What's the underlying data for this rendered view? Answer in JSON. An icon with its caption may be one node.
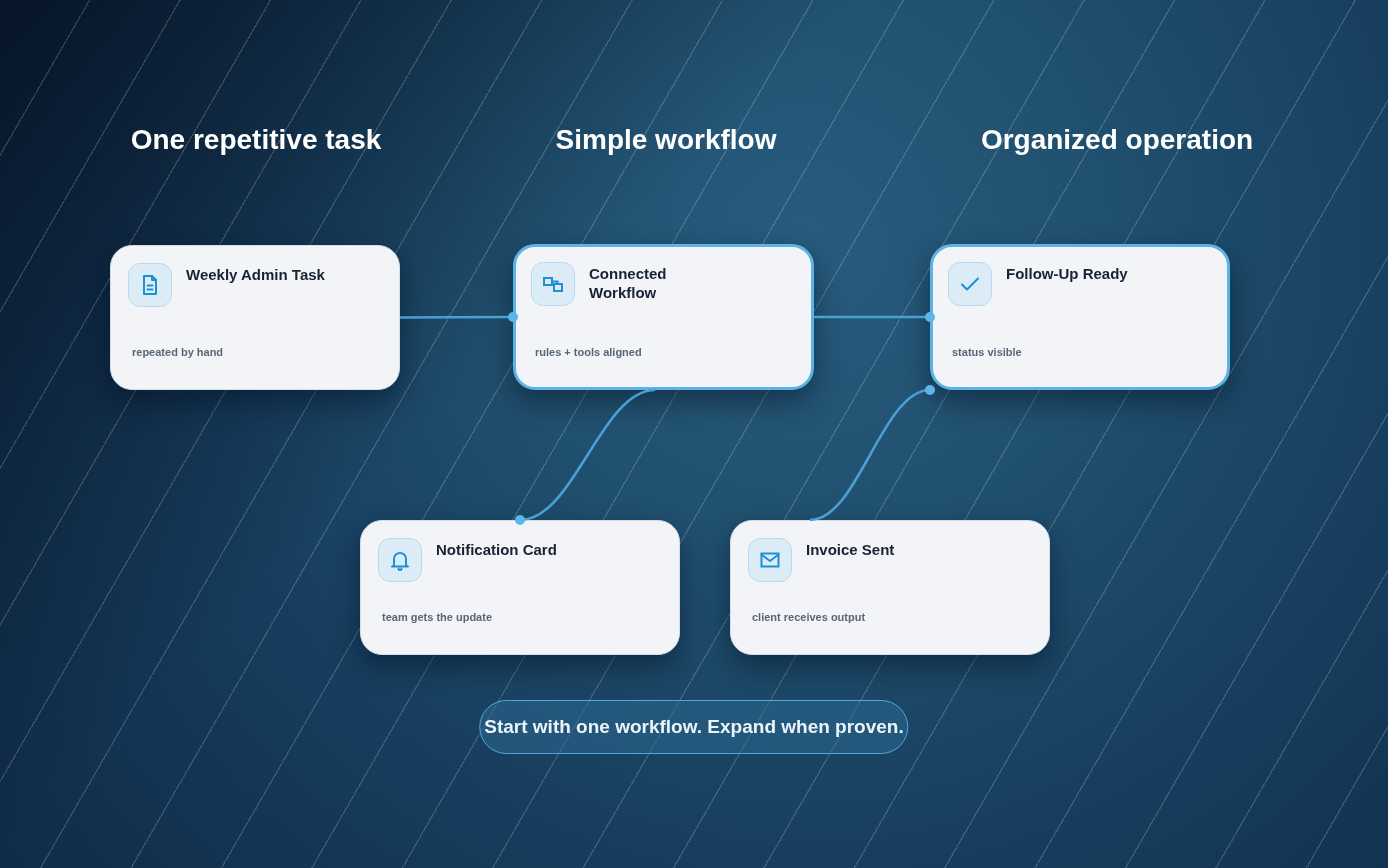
{
  "diagram": {
    "nodes": [
      {
        "text": [
          "Weekly Admin Task",
          "repeated by hand"
        ]
      },
      {
        "text": [
          "Connected Workflow",
          "rules + tools aligned"
        ]
      },
      {
        "text": [
          "Follow-Up Ready",
          "status visible"
        ]
      },
      {
        "text": [
          "Notification Card",
          "team gets the update"
        ]
      },
      {
        "text": [
          "Invoice Sent",
          "client receives output"
        ]
      },
      {
        "text": [
          "Start with one workflow. Expand when proven."
        ]
      }
    ],
    "edges": [
      {
        "from": 0,
        "to": 1,
        "arrow": "other"
      },
      {
        "from": 1,
        "to": 2,
        "arrow": "other"
      },
      {
        "from": 1,
        "to": 3,
        "arrow": "other"
      },
      {
        "from": 4,
        "to": 2,
        "arrow": "other"
      }
    ],
    "labels": [
      "One repetitive task",
      "Simple workflow",
      "Organized operation"
    ]
  }
}
